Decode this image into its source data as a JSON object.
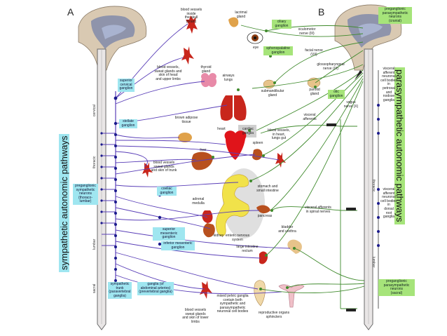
{
  "panel_labels": {
    "a": "A",
    "b": "B"
  },
  "sympathetic_title": "sympathetic autonomic pathways",
  "parasympathetic_title": "parasympathetic autonomic pathways",
  "spine_segments": {
    "cervical": "cervical",
    "thoracic": "thoracic",
    "lumbar": "lumbar",
    "sacral": "sacral"
  },
  "left_labels": {
    "superior_cervical": "superior\ncervical\nganglion",
    "stellate": "stellate\nganglion",
    "preganglionic_sym": "preganglionic\nsympathetic\nneurons\n(thoraco-\nlumbar)",
    "sympathetic_trunk": "sympathetic\ntrunk\n(paravertebral\nganglia)",
    "ganglia_abdominal": "ganglia (of\nabdominal arteries)\n(prevertebral ganglia)",
    "coeliac": "coeliac\nganglion",
    "superior_mesenteric": "superior\nmesenteric ganglion",
    "inferior_mesenteric": "inferior mesenteric\nganglion"
  },
  "organ_labels": {
    "vessels_skull": "blood vessels\ninside\nthe skull\n(brain)",
    "vessels_head": "blood vessels,\nsweat glands and\nskin of head\nand upper limbs",
    "thyroid": "thyroid\ngland",
    "lacrimal": "lacrimal\ngland",
    "eye": "eye",
    "airways": "airways\nlungs",
    "submandibular": "submandibular\ngland",
    "parotid": "parotid\ngland",
    "brown_adipose": "brown adipose\ntissue",
    "heart": "heart",
    "cardiac_ganglia": "cardiac\nganglia",
    "vessels_heart": "blood vessels,\nin heart,\nlungs gut",
    "spleen": "spleen",
    "vessels_trunk": "blood vessels\nsweat glands\nand skin of trunk",
    "liver": "liver",
    "stomach": "stomach and\nsmall intestine",
    "adrenal": "adrenal\nmedulla",
    "pancreas": "pancreas",
    "kidney": "kidney",
    "enteric": "enteric nervous system",
    "bladder": "bladder\nand urethra",
    "large_intestine": "large intestine\nrectum",
    "mixed_pelvic": "mixed pelvic ganglia\ncontain both\nsympathetic and\nparasympathetic\nneuronal cell bodies",
    "reproductive": "reproductive organs\nsphincters",
    "vessels_lower": "blood vessels\nsweat glands\nand skin of lower limbs"
  },
  "right_labels": {
    "ciliary": "ciliary\nganglion",
    "oculomotor": "oculomotor\nnerve (III)",
    "pterygopalatine": "sphenopalatine\nganglion",
    "facial": "facial nerve\n(VII)",
    "glossopharyngeal": "glossopharyngeal\nnerve (IX)",
    "otic": "otic\nganglion",
    "vagus": "vagus\nnerve (X)",
    "visceral_afferents": "visceral\nafferents",
    "visceral_afferents_spinal": "visceral afferents\nin spinal nerves",
    "pre_para_cranial": "preganglionic\nparasympathetic\nneurons\n(cranial)",
    "visceral_vagal": "visceral\nafferent\nneuronal\ncell bodies\nin\npetrosal\nand\nnodose\nganglia",
    "visceral_dorsal": "visceral\nafferent\nneuronal\ncell bodies\nin\ndorsal\nroot\nganglia",
    "pre_para_sacral": "preganglionic\nparasympathetic\nneurons\n(sacral)"
  },
  "colors": {
    "sympathetic_nerve": "#5a3fb8",
    "parasympathetic_nerve": "#3f8a2c",
    "sympathetic_label_bg": "#9fe6f0",
    "parasympathetic_label_bg": "#a6e47a",
    "ganglion_dot": "#1b1a8c",
    "organ_red": "#c8261c",
    "organ_brown": "#b8501e",
    "organ_yellow": "#f1e24a"
  }
}
